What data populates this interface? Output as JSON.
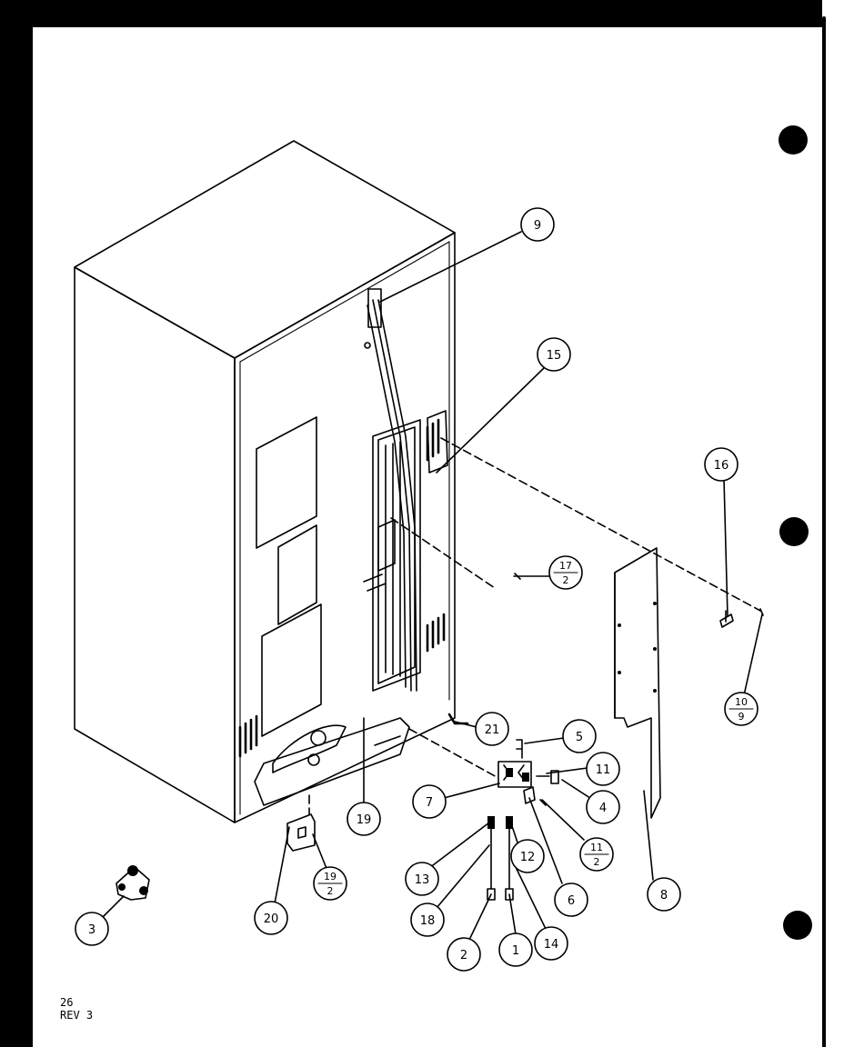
{
  "footer": {
    "page_number": "26",
    "revision": "REV 3"
  },
  "callouts": [
    {
      "label": "9"
    },
    {
      "label": "15"
    },
    {
      "label": "16"
    },
    {
      "label": "17",
      "sub": "2"
    },
    {
      "label": "10",
      "sub": "9"
    },
    {
      "label": "21"
    },
    {
      "label": "5"
    },
    {
      "label": "11"
    },
    {
      "label": "7"
    },
    {
      "label": "4"
    },
    {
      "label": "11",
      "sub": "2"
    },
    {
      "label": "19"
    },
    {
      "label": "13"
    },
    {
      "label": "12"
    },
    {
      "label": "6"
    },
    {
      "label": "8"
    },
    {
      "label": "18"
    },
    {
      "label": "2"
    },
    {
      "label": "1"
    },
    {
      "label": "14"
    },
    {
      "label": "20"
    },
    {
      "label": "19",
      "sub": "2"
    },
    {
      "label": "3"
    }
  ]
}
